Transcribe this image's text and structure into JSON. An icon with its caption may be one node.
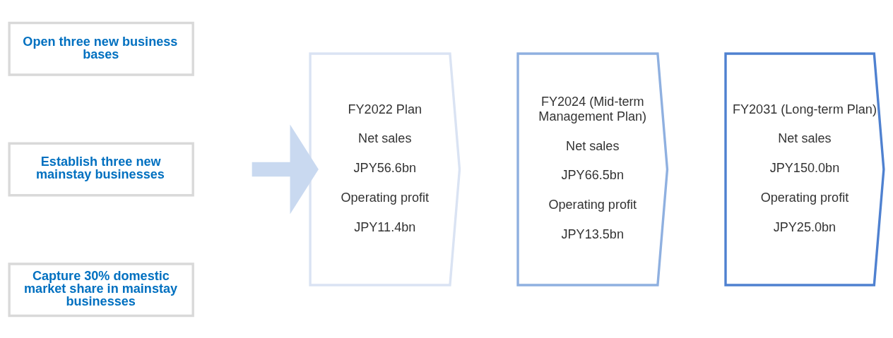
{
  "diagram": {
    "nodes": [
      {
        "text": [
          "Open three new business bases"
        ]
      },
      {
        "text": [
          "Establish three new mainstay businesses"
        ]
      },
      {
        "text": [
          "Capture 30% domestic market share in mainstay businesses"
        ]
      },
      {
        "text": [
          "FY2022 Plan",
          "Net sales",
          "JPY56.6bn",
          "Operating profit",
          "JPY11.4bn"
        ]
      },
      {
        "text": [
          "FY2024 (Mid-term Management Plan)",
          "Net sales",
          "JPY66.5bn",
          "Operating profit",
          "JPY13.5bn"
        ]
      },
      {
        "text": [
          "FY2031 (Long-term Plan)",
          "Net sales",
          "JPY150.0bn",
          "Operating profit",
          "JPY25.0bn"
        ]
      }
    ],
    "edges": [
      {
        "from": null,
        "to": 3,
        "arrow": "to"
      }
    ]
  }
}
